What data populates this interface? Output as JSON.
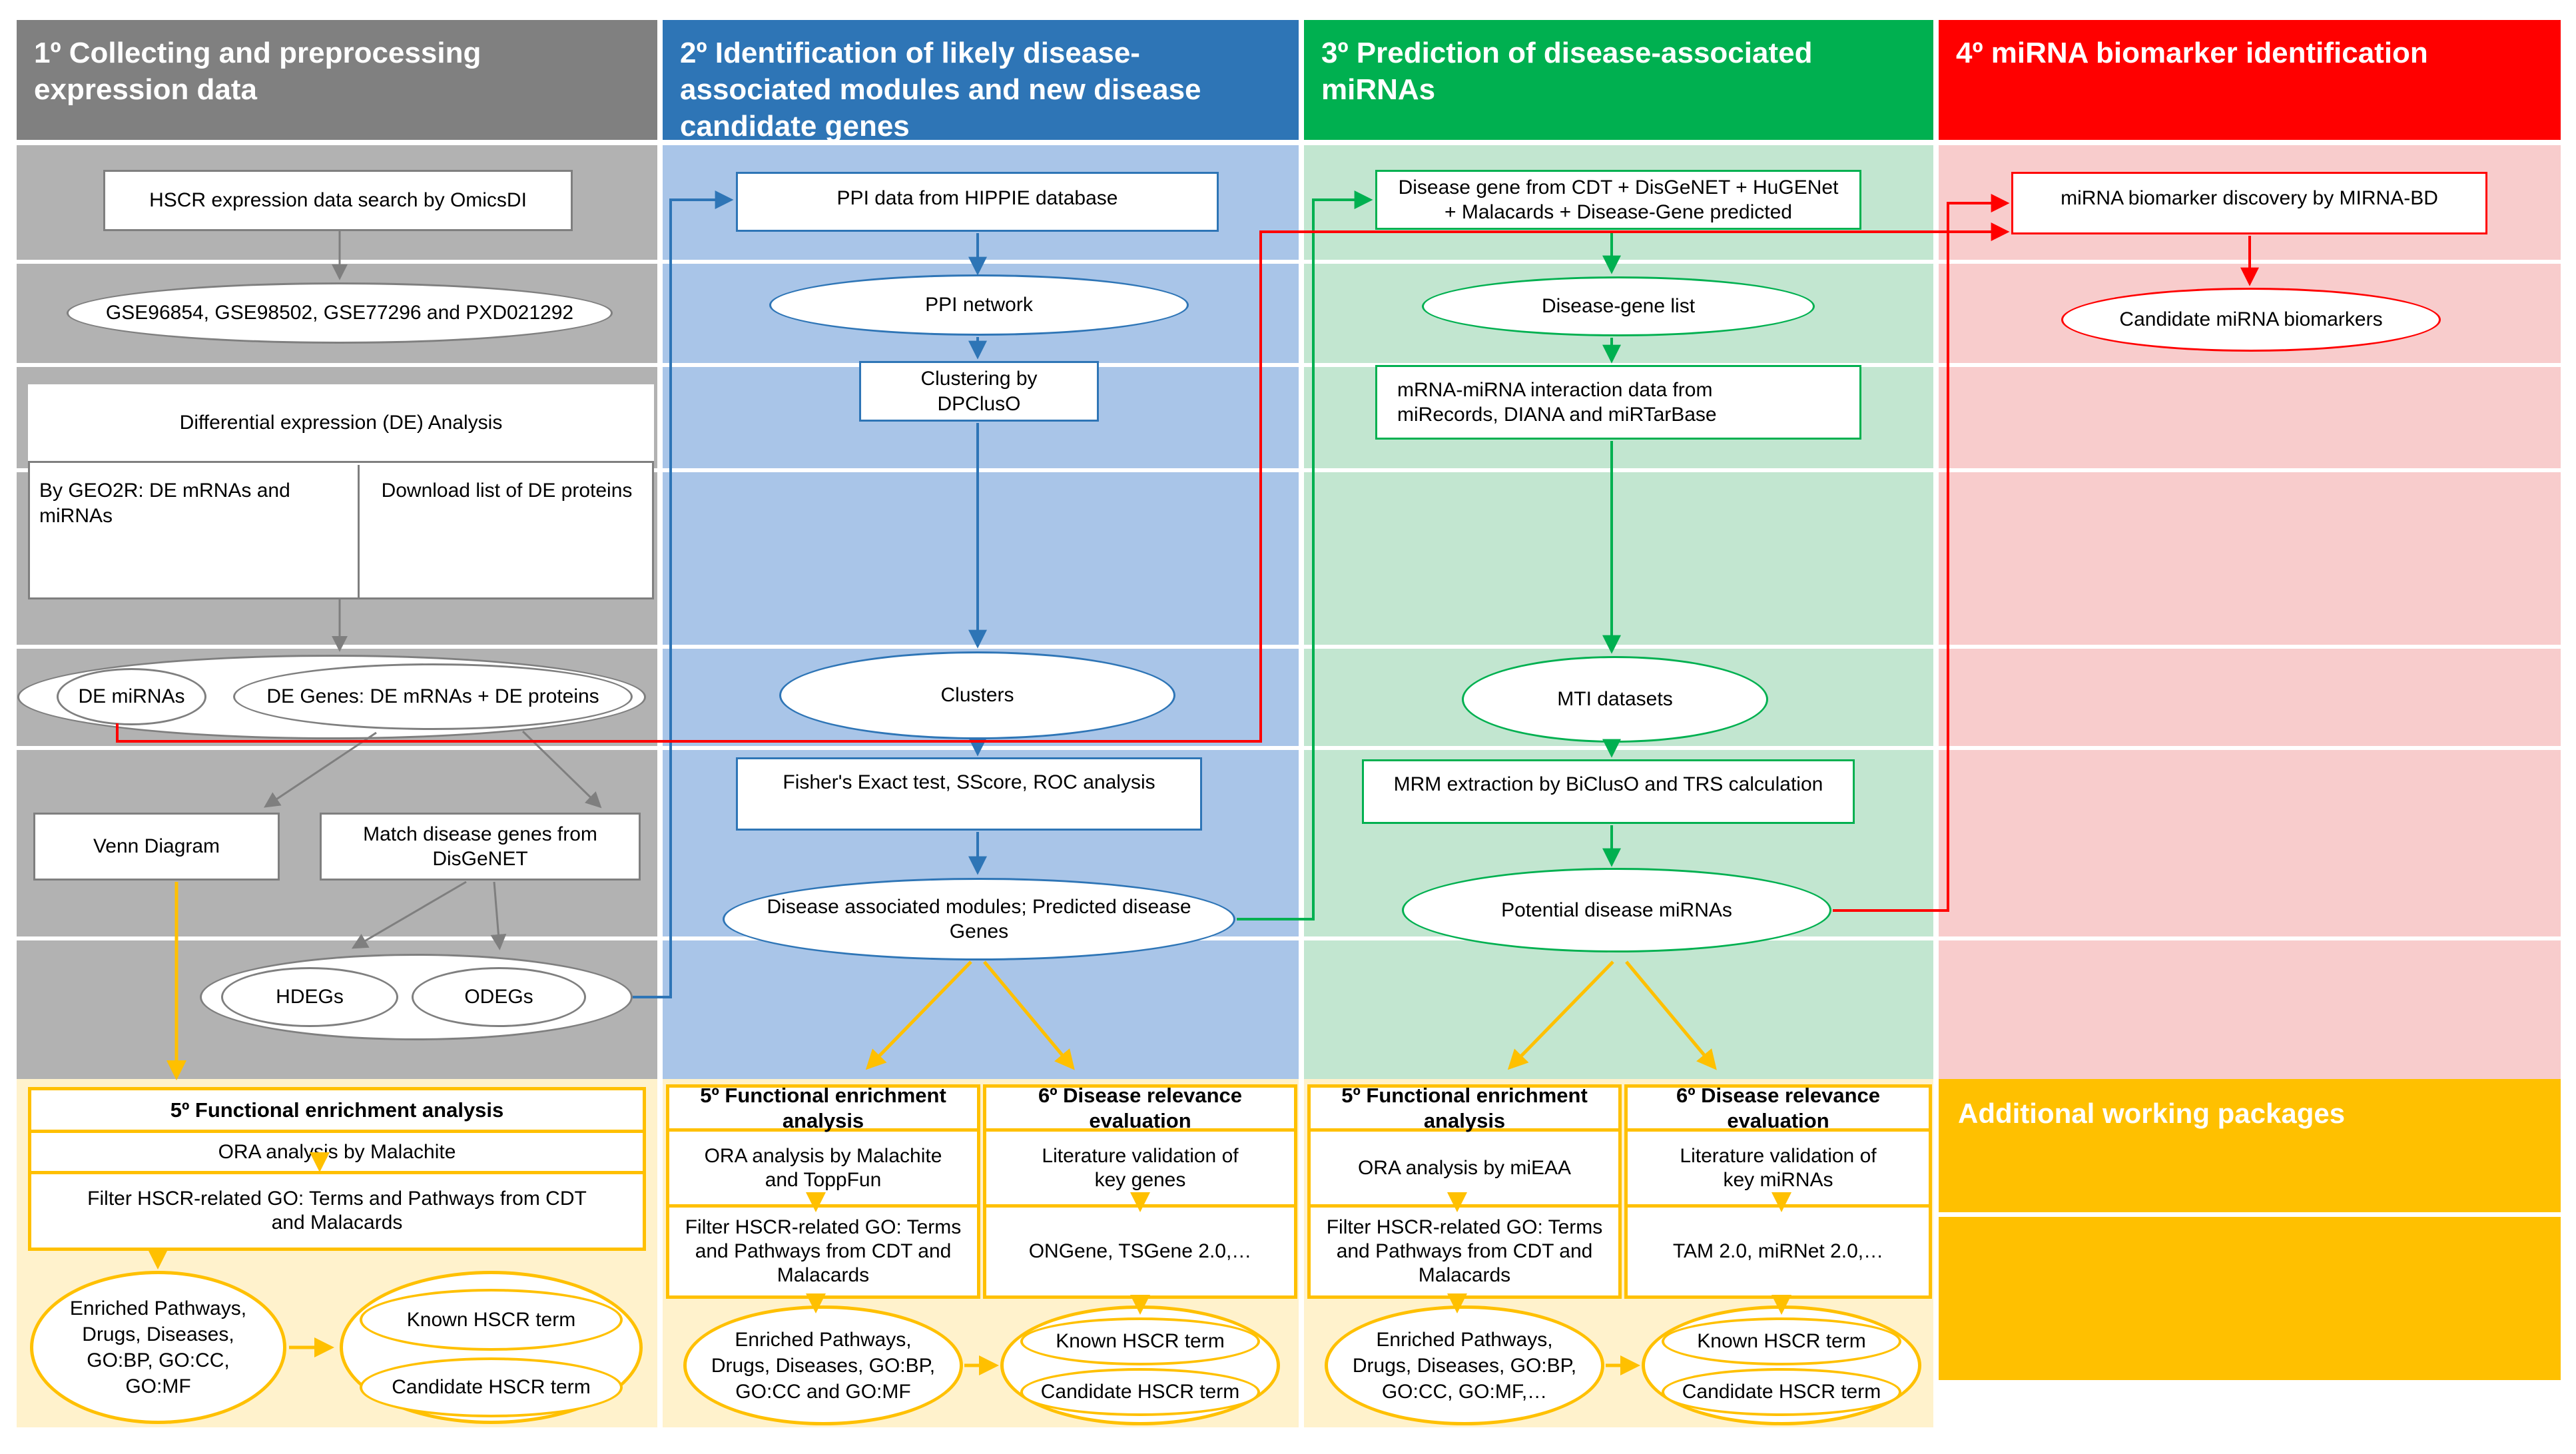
{
  "headers": {
    "c1": "1º Collecting and preprocessing expression data",
    "c2": "2º Identification of likely disease-associated modules and new disease candidate genes",
    "c3": "3º Prediction of disease-associated miRNAs",
    "c4": "4º miRNA biomarker identification"
  },
  "colors": {
    "col1_header": "#808080",
    "col1_body": "#b2b2b2",
    "col2_header": "#2E75B6",
    "col2_body": "#A9C5E8",
    "col3_header": "#00B050",
    "col3_body": "#C2E6D0",
    "col4_header": "#FF0000",
    "col4_body": "#F8CCCC",
    "packages_bg": "#FFF2CC",
    "packages_accent": "#FFC000",
    "arrow_gray": "#7f7f7f",
    "arrow_blue": "#2E75B6",
    "arrow_green": "#00B050",
    "arrow_red": "#FF0000",
    "arrow_orange": "#FFC000"
  },
  "common": {
    "p5_title": "5º Functional enrichment analysis",
    "p6_title": "6º Disease relevance evaluation",
    "filter_text": "Filter HSCR-related GO: Terms and Pathways from CDT and Malacards",
    "known": "Known HSCR term",
    "candidate": "Candidate HSCR term"
  },
  "c1": {
    "box_search": "HSCR expression data search by OmicsDI",
    "ellipse_datasets": "GSE96854, GSE98502, GSE77296 and PXD021292",
    "de_title": "Differential expression (DE) Analysis",
    "de_left": "By GEO2R: DE mRNAs and miRNAs",
    "de_right": "Download list of DE proteins",
    "ellipse_de_mirnas": "DE miRNAs",
    "ellipse_de_genes": "DE Genes: DE mRNAs + DE proteins",
    "box_venn": "Venn Diagram",
    "box_match": "Match disease genes from DisGeNET",
    "ellipse_hdegs": "HDEGs",
    "ellipse_odegs": "ODEGs",
    "p5_row2": "ORA analysis by Malachite",
    "ellipse_enriched": "Enriched Pathways, Drugs, Diseases, GO:BP, GO:CC, GO:MF"
  },
  "c2": {
    "box_ppi": "PPI data from HIPPIE database",
    "ellipse_ppi_network": "PPI network",
    "box_clustering": "Clustering by DPClusO",
    "ellipse_clusters": "Clusters",
    "box_fisher": "Fisher's Exact test, SScore, ROC analysis",
    "ellipse_modules": "Disease associated modules; Predicted disease Genes",
    "p5_row2": "ORA analysis by Malachite and ToppFun",
    "p6_row2": "Literature validation of key genes",
    "p6_row3": "ONGene, TSGene 2.0,…",
    "ellipse_enriched": "Enriched Pathways, Drugs, Diseases, GO:BP, GO:CC and GO:MF"
  },
  "c3": {
    "box_disease_gene": "Disease gene from CDT + DisGeNET + HuGENet + Malacards + Disease-Gene predicted",
    "ellipse_gene_list": "Disease-gene list",
    "box_mti_data": "mRNA-miRNA interaction data from miRecords, DIANA and miRTarBase",
    "ellipse_mti": "MTI datasets",
    "box_mrm": "MRM extraction by BiClusO and TRS calculation",
    "ellipse_potential": "Potential disease miRNAs",
    "p5_row2": "ORA analysis by miEAA",
    "p6_row2": "Literature validation of key miRNAs",
    "p6_row3": "TAM 2.0, miRNet 2.0,…",
    "ellipse_enriched": "Enriched Pathways, Drugs, Diseases, GO:BP, GO:CC, GO:MF,…"
  },
  "c4": {
    "box_discovery": "miRNA biomarker discovery by MIRNA-BD",
    "ellipse_candidates": "Candidate miRNA biomarkers",
    "band_title": "Additional working packages"
  }
}
